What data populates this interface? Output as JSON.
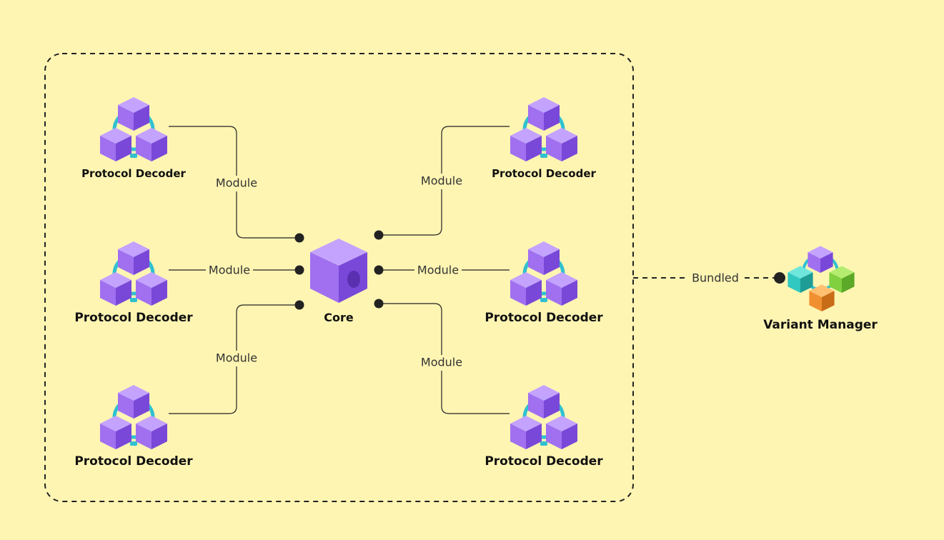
{
  "diagram": {
    "core": {
      "label": "Core"
    },
    "decoders": [
      {
        "label": "Protocol Decoder",
        "edge_label": "Module"
      },
      {
        "label": "Protocol Decoder",
        "edge_label": "Module"
      },
      {
        "label": "Protocol Decoder",
        "edge_label": "Module"
      },
      {
        "label": "Protocol Decoder",
        "edge_label": "Module"
      },
      {
        "label": "Protocol Decoder",
        "edge_label": "Module"
      },
      {
        "label": "Protocol Decoder",
        "edge_label": "Module"
      }
    ],
    "variant_manager": {
      "label": "Variant Manager",
      "edge_label": "Bundled"
    }
  },
  "colors": {
    "background": "#fff5b3",
    "cube_purple": "#a070f0",
    "link_cyan": "#30c0d0",
    "cube_teal": "#30c8c0",
    "cube_green": "#80d040",
    "cube_orange": "#f09030",
    "line": "#222222"
  }
}
